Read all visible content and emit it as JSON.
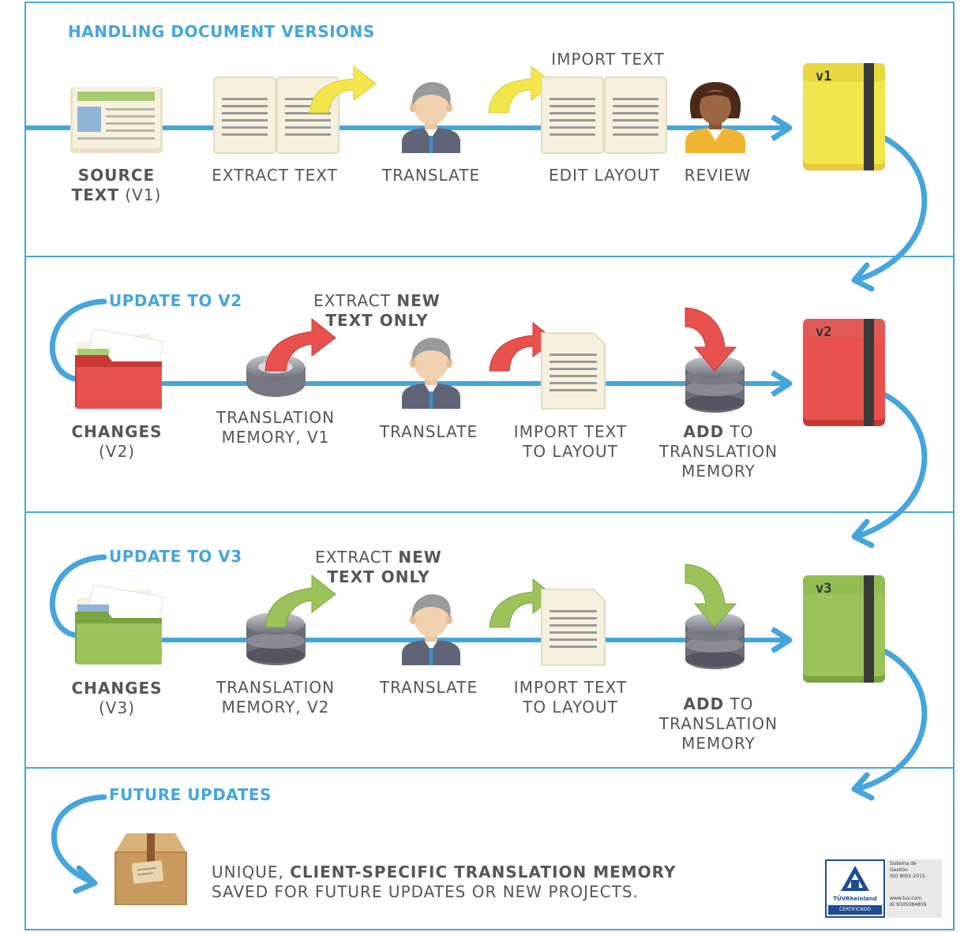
{
  "title": "HANDLING DOCUMENT VERSIONS",
  "colors": {
    "accent": "#45a5dc",
    "text": "#565656",
    "yellow": "#f2e64c",
    "red": "#e8514e",
    "green": "#9cc35a",
    "dark_book_spine": "#3a3a3a"
  },
  "sections": [
    {
      "heading": "HANDLING DOCUMENT VERSIONS",
      "steps": {
        "source_bold": "SOURCE",
        "source_line2_bold": "TEXT",
        "source_line2_rest": " (V1)",
        "extract": "EXTRACT TEXT",
        "translate": "TRANSLATE",
        "import_text": "IMPORT TEXT",
        "edit_layout": "EDIT LAYOUT",
        "review": "REVIEW"
      },
      "book_label": "v1"
    },
    {
      "heading": "UPDATE TO V2",
      "steps": {
        "changes": "CHANGES",
        "changes_version": "(V2)",
        "extract_pre": "EXTRACT ",
        "extract_bold": "NEW",
        "extract_line2": "TEXT ONLY",
        "tm_line1": "TRANSLATION",
        "tm_line2": "MEMORY, V1",
        "translate": "TRANSLATE",
        "import_line1": "IMPORT TEXT",
        "import_line2": "TO LAYOUT",
        "add_bold": "ADD",
        "add_rest": " TO",
        "add_line2": "TRANSLATION",
        "add_line3": "MEMORY"
      },
      "book_label": "v2"
    },
    {
      "heading": "UPDATE TO V3",
      "steps": {
        "changes": "CHANGES",
        "changes_version": "(V3)",
        "extract_pre": "EXTRACT ",
        "extract_bold": "NEW",
        "extract_line2": "TEXT ONLY",
        "tm_line1": "TRANSLATION",
        "tm_line2": "MEMORY, V2",
        "translate": "TRANSLATE",
        "import_line1": "IMPORT TEXT",
        "import_line2": "TO LAYOUT",
        "add_bold": "ADD",
        "add_rest": " TO",
        "add_line2": "TRANSLATION",
        "add_line3": "MEMORY"
      },
      "book_label": "v3"
    },
    {
      "heading": "FUTURE UPDATES",
      "text_pre": "UNIQUE, ",
      "text_bold": "CLIENT-SPECIFIC TRANSLATION MEMORY",
      "text_line2": "SAVED FOR FUTURE UPDATES OR NEW PROJECTS."
    }
  ],
  "certification": {
    "brand": "TÜVRheinland",
    "badge": "CERTIFICADO",
    "info_line1": "Sistema de",
    "info_line2": "Gestión",
    "info_line3": "ISO 9001:2015",
    "info_line4": "www.tuv.com",
    "info_line5": "ID 9105084859"
  }
}
